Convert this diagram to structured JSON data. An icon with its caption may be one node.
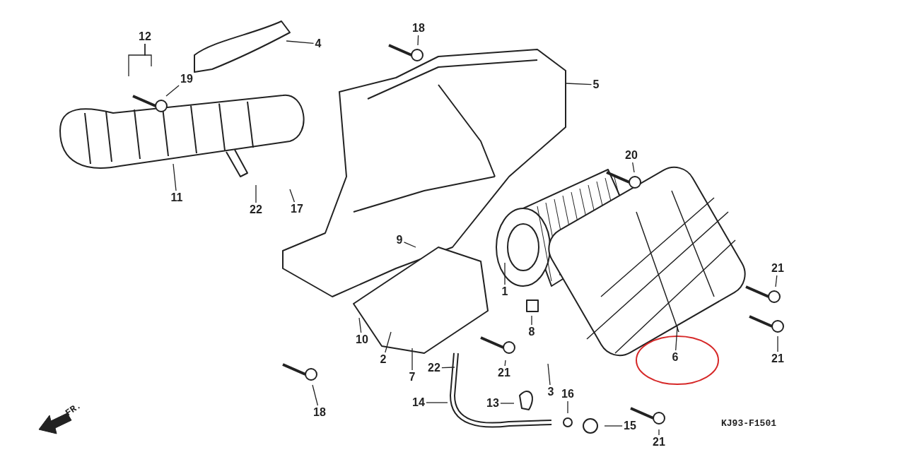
{
  "diagram": {
    "nodes": [
      {
        "text": [
          "18"
        ]
      },
      {
        "text": [
          "12"
        ]
      },
      {
        "text": [
          "4"
        ]
      },
      {
        "text": [
          "19"
        ]
      },
      {
        "text": [
          "5"
        ]
      },
      {
        "text": [
          "20"
        ]
      },
      {
        "text": [
          "11"
        ]
      },
      {
        "text": [
          "22"
        ]
      },
      {
        "text": [
          "17"
        ]
      },
      {
        "text": [
          "9"
        ]
      },
      {
        "text": [
          "21"
        ]
      },
      {
        "text": [
          "1"
        ]
      },
      {
        "text": [
          "8"
        ]
      },
      {
        "text": [
          "10"
        ]
      },
      {
        "text": [
          "2"
        ]
      },
      {
        "text": [
          "6"
        ]
      },
      {
        "text": [
          "21"
        ]
      },
      {
        "text": [
          "21"
        ]
      },
      {
        "text": [
          "22"
        ]
      },
      {
        "text": [
          "7"
        ]
      },
      {
        "text": [
          "3"
        ]
      },
      {
        "text": [
          "16"
        ]
      },
      {
        "text": [
          "14"
        ]
      },
      {
        "text": [
          "13"
        ]
      },
      {
        "text": [
          "18"
        ]
      },
      {
        "text": [
          "15"
        ]
      },
      {
        "text": [
          "21"
        ]
      }
    ],
    "edges": [
      {
        "from": 0,
        "to": null,
        "arrow": "none"
      },
      {
        "from": 1,
        "to": null,
        "arrow": "none"
      },
      {
        "from": 1,
        "to": null,
        "arrow": "none"
      },
      {
        "from": 2,
        "to": null,
        "arrow": "none"
      },
      {
        "from": 3,
        "to": null,
        "arrow": "none"
      },
      {
        "from": 4,
        "to": null,
        "arrow": "none"
      },
      {
        "from": 5,
        "to": null,
        "arrow": "none"
      },
      {
        "from": 6,
        "to": null,
        "arrow": "none"
      },
      {
        "from": 7,
        "to": null,
        "arrow": "none"
      },
      {
        "from": 8,
        "to": null,
        "arrow": "none"
      },
      {
        "from": 9,
        "to": null,
        "arrow": "none"
      },
      {
        "from": 10,
        "to": null,
        "arrow": "none"
      },
      {
        "from": 11,
        "to": null,
        "arrow": "none"
      },
      {
        "from": 12,
        "to": null,
        "arrow": "none"
      },
      {
        "from": 13,
        "to": null,
        "arrow": "none"
      },
      {
        "from": 14,
        "to": null,
        "arrow": "none"
      },
      {
        "from": 15,
        "to": null,
        "arrow": "none"
      },
      {
        "from": 16,
        "to": null,
        "arrow": "none"
      },
      {
        "from": 17,
        "to": null,
        "arrow": "none"
      },
      {
        "from": 18,
        "to": null,
        "arrow": "none"
      },
      {
        "from": 19,
        "to": null,
        "arrow": "none"
      },
      {
        "from": 20,
        "to": null,
        "arrow": "none"
      },
      {
        "from": 21,
        "to": null,
        "arrow": "none"
      },
      {
        "from": 22,
        "to": null,
        "arrow": "none"
      },
      {
        "from": 23,
        "to": null,
        "arrow": "none"
      },
      {
        "from": 24,
        "to": null,
        "arrow": "none"
      },
      {
        "from": 25,
        "to": null,
        "arrow": "none"
      },
      {
        "from": 26,
        "to": null,
        "arrow": "none"
      }
    ],
    "labels": [
      "FR.",
      "KJ93-F1501"
    ]
  }
}
